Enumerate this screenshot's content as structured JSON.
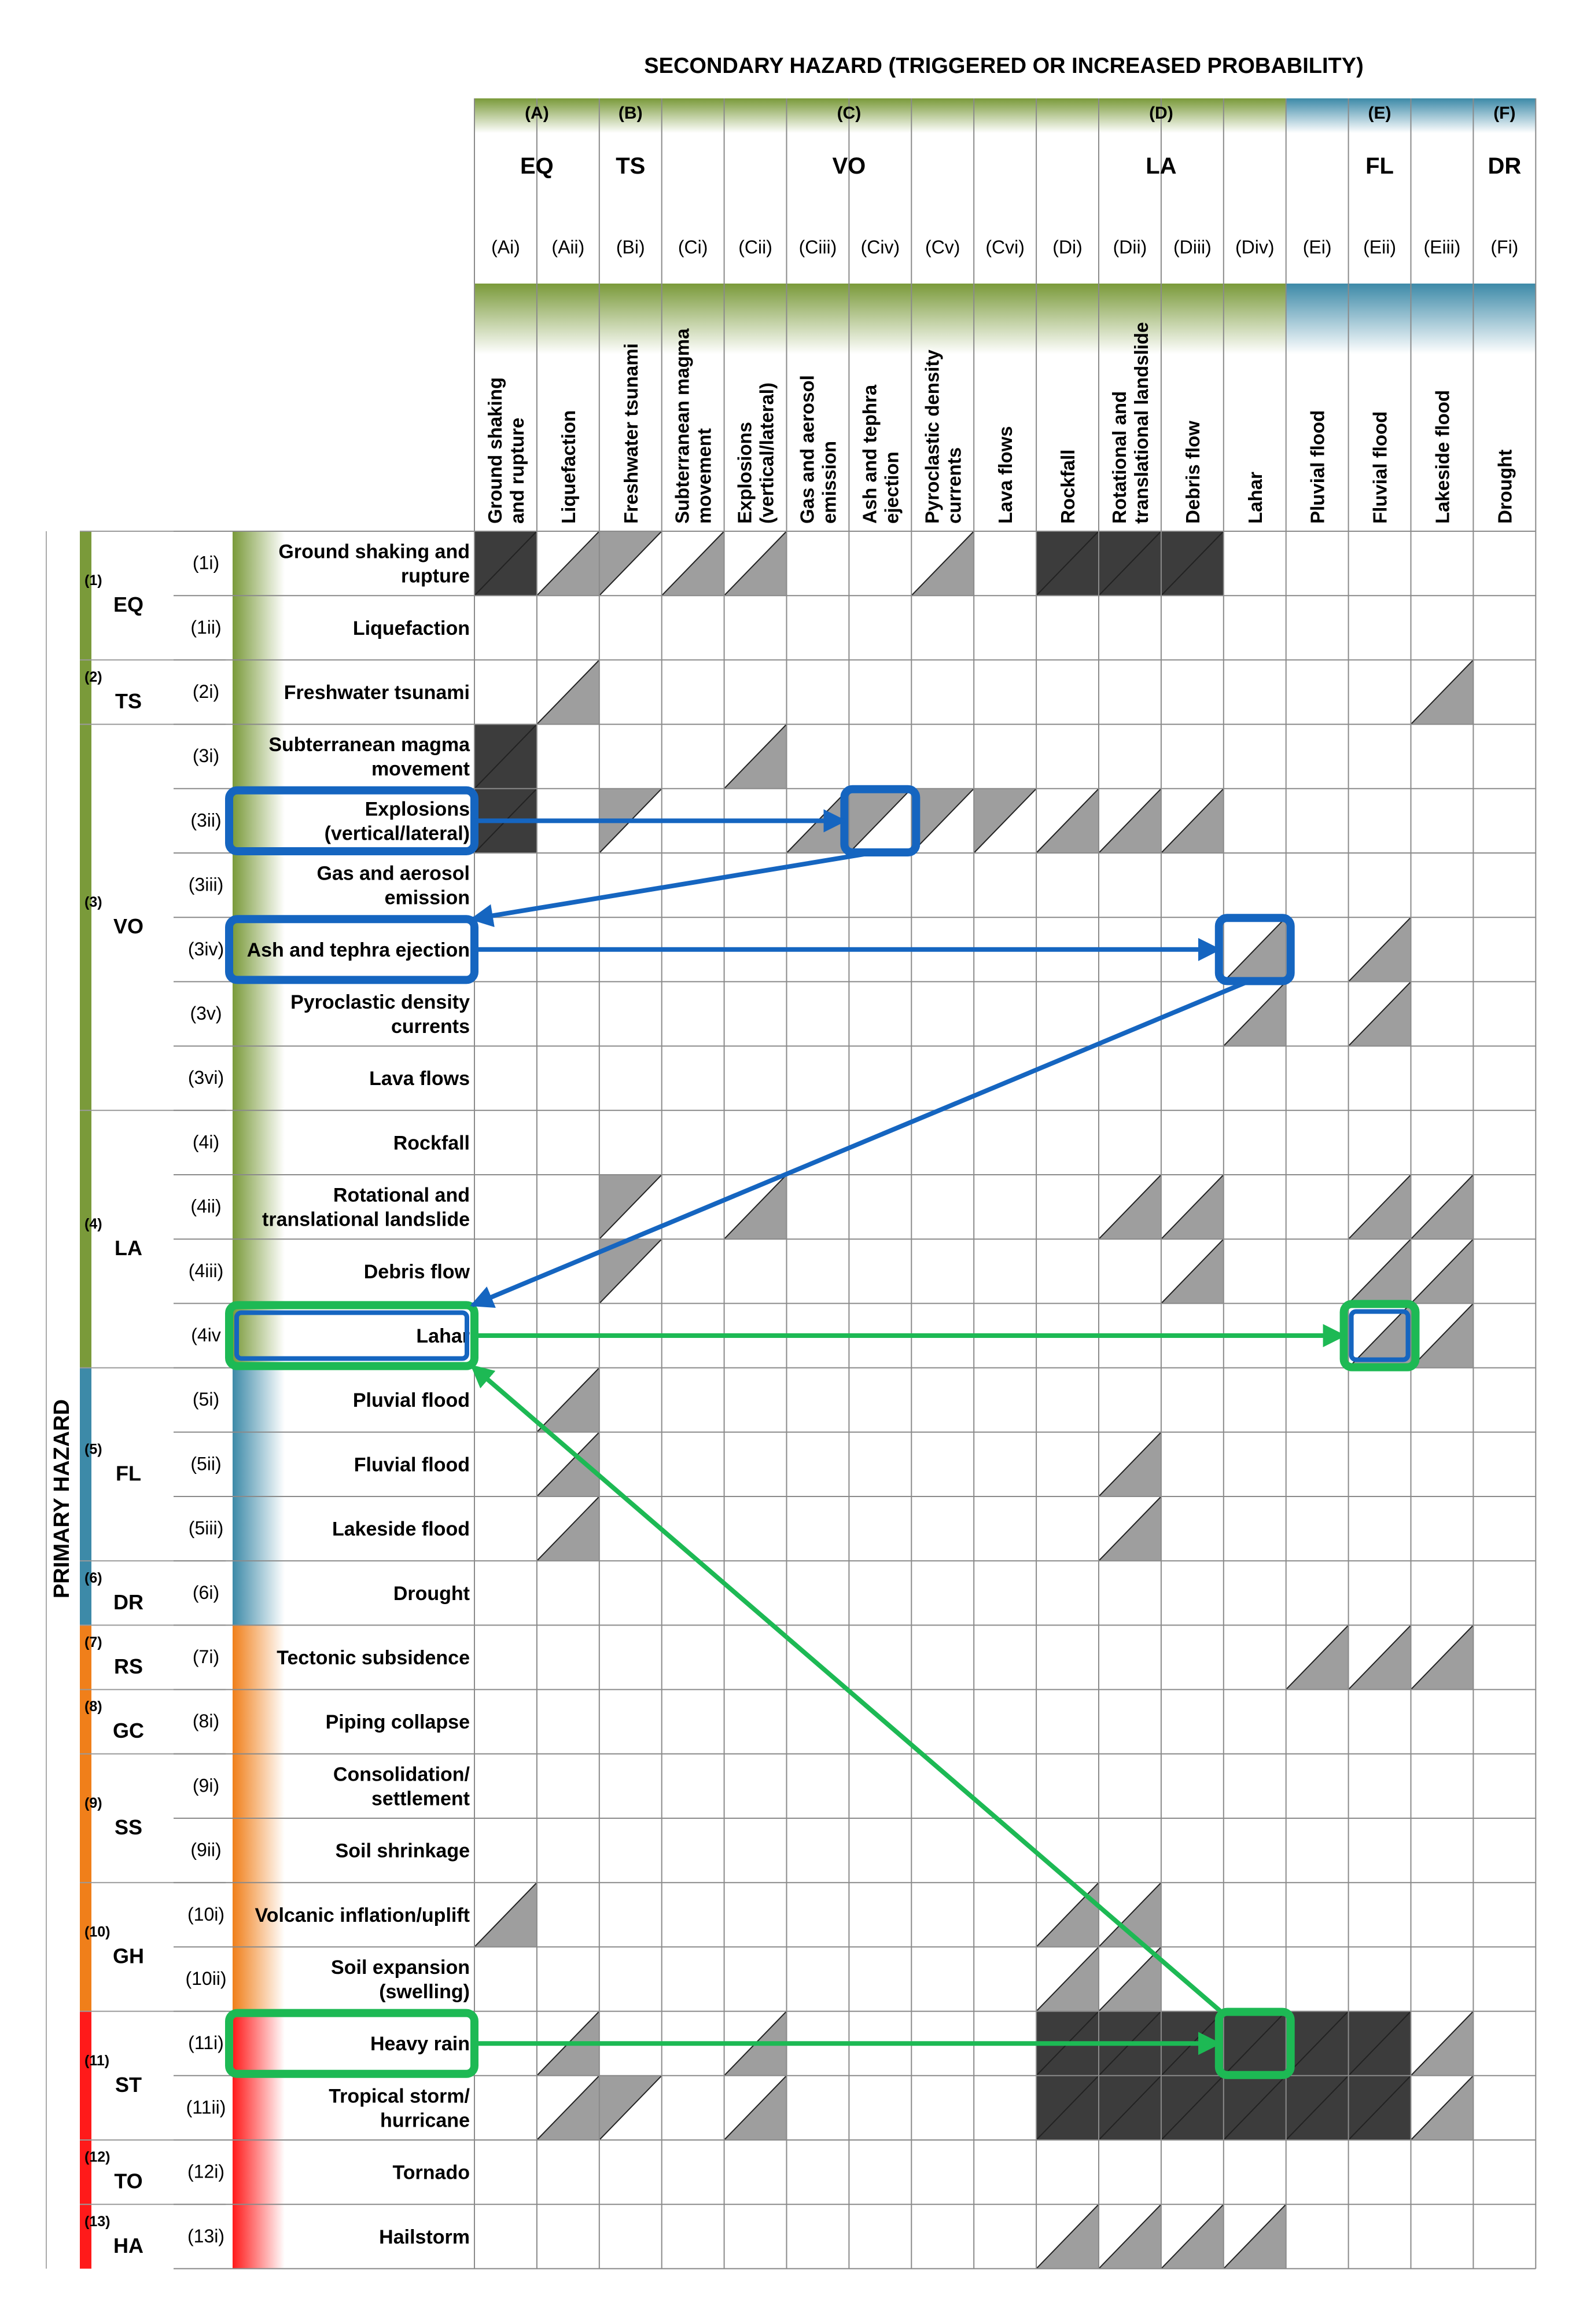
{
  "title": "SECONDARY HAZARD (TRIGGERED OR INCREASED PROBABILITY)",
  "primary_label": "PRIMARY HAZARD",
  "groups": [
    {
      "letter": "(A)",
      "code": "EQ",
      "span": 2,
      "color": "#7a9a3a"
    },
    {
      "letter": "(B)",
      "code": "TS",
      "span": 1,
      "color": "#7a9a3a"
    },
    {
      "letter": "(C)",
      "code": "VO",
      "span": 6,
      "color": "#7a9a3a"
    },
    {
      "letter": "(D)",
      "code": "LA",
      "span": 4,
      "color": "#7a9a3a"
    },
    {
      "letter": "(E)",
      "code": "FL",
      "span": 3,
      "color": "#3d8aa8"
    },
    {
      "letter": "(F)",
      "code": "DR",
      "span": 1,
      "color": "#3d8aa8"
    }
  ],
  "columns": [
    {
      "code": "(Ai)",
      "lines": [
        "Ground shaking",
        "and rupture"
      ]
    },
    {
      "code": "(Aii)",
      "lines": [
        "Liquefaction"
      ]
    },
    {
      "code": "(Bi)",
      "lines": [
        "Freshwater tsunami"
      ]
    },
    {
      "code": "(Ci)",
      "lines": [
        "Subterranean magma",
        "movement"
      ]
    },
    {
      "code": "(Cii)",
      "lines": [
        "Explosions",
        "(vertical/lateral)"
      ]
    },
    {
      "code": "(Ciii)",
      "lines": [
        "Gas and aerosol",
        "emission"
      ]
    },
    {
      "code": "(Civ)",
      "lines": [
        "Ash and tephra",
        "ejection"
      ]
    },
    {
      "code": "(Cv)",
      "lines": [
        "Pyroclastic density",
        "currents"
      ]
    },
    {
      "code": "(Cvi)",
      "lines": [
        "Lava flows"
      ]
    },
    {
      "code": "(Di)",
      "lines": [
        "Rockfall"
      ]
    },
    {
      "code": "(Dii)",
      "lines": [
        "Rotational and",
        "translational landslide"
      ]
    },
    {
      "code": "(Diii)",
      "lines": [
        "Debris flow"
      ]
    },
    {
      "code": "(Div)",
      "lines": [
        "Lahar"
      ]
    },
    {
      "code": "(Ei)",
      "lines": [
        "Pluvial flood"
      ]
    },
    {
      "code": "(Eii)",
      "lines": [
        "Fluvial flood"
      ]
    },
    {
      "code": "(Eiii)",
      "lines": [
        "Lakeside flood"
      ]
    },
    {
      "code": "(Fi)",
      "lines": [
        "Drought"
      ]
    }
  ],
  "primary_groups": [
    {
      "num": "(1)",
      "code": "EQ",
      "rows": 2,
      "color": "#7a9a3a"
    },
    {
      "num": "(2)",
      "code": "TS",
      "rows": 1,
      "color": "#7a9a3a"
    },
    {
      "num": "(3)",
      "code": "VO",
      "rows": 6,
      "color": "#7a9a3a"
    },
    {
      "num": "(4)",
      "code": "LA",
      "rows": 4,
      "color": "#7a9a3a"
    },
    {
      "num": "(5)",
      "code": "FL",
      "rows": 3,
      "color": "#3d8aa8"
    },
    {
      "num": "(6)",
      "code": "DR",
      "rows": 1,
      "color": "#3d8aa8"
    },
    {
      "num": "(7)",
      "code": "RS",
      "rows": 1,
      "color": "#f07f1a"
    },
    {
      "num": "(8)",
      "code": "GC",
      "rows": 1,
      "color": "#f07f1a"
    },
    {
      "num": "(9)",
      "code": "SS",
      "rows": 2,
      "color": "#f07f1a"
    },
    {
      "num": "(10)",
      "code": "GH",
      "rows": 2,
      "color": "#f07f1a"
    },
    {
      "num": "(11)",
      "code": "ST",
      "rows": 2,
      "color": "#ff1a1a"
    },
    {
      "num": "(12)",
      "code": "TO",
      "rows": 1,
      "color": "#ff1a1a"
    },
    {
      "num": "(13)",
      "code": "HA",
      "rows": 1,
      "color": "#ff1a1a"
    }
  ],
  "rows": [
    {
      "code": "(1i)",
      "lines": [
        "Ground shaking and",
        "rupture"
      ]
    },
    {
      "code": "(1ii)",
      "lines": [
        "Liquefaction"
      ]
    },
    {
      "code": "(2i)",
      "lines": [
        "Freshwater tsunami"
      ]
    },
    {
      "code": "(3i)",
      "lines": [
        "Subterranean magma",
        "movement"
      ]
    },
    {
      "code": "(3ii)",
      "lines": [
        "Explosions",
        "(vertical/lateral)"
      ]
    },
    {
      "code": "(3iii)",
      "lines": [
        "Gas and aerosol",
        "emission"
      ]
    },
    {
      "code": "(3iv)",
      "lines": [
        "Ash and tephra ejection"
      ]
    },
    {
      "code": "(3v)",
      "lines": [
        "Pyroclastic density",
        "currents"
      ]
    },
    {
      "code": "(3vi)",
      "lines": [
        "Lava flows"
      ]
    },
    {
      "code": "(4i)",
      "lines": [
        "Rockfall"
      ]
    },
    {
      "code": "(4ii)",
      "lines": [
        "Rotational and",
        "translational landslide"
      ]
    },
    {
      "code": "(4iii)",
      "lines": [
        "Debris flow"
      ]
    },
    {
      "code": "(4iv",
      "lines": [
        "Lahar"
      ]
    },
    {
      "code": "(5i)",
      "lines": [
        "Pluvial flood"
      ]
    },
    {
      "code": "(5ii)",
      "lines": [
        "Fluvial flood"
      ]
    },
    {
      "code": "(5iii)",
      "lines": [
        "Lakeside flood"
      ]
    },
    {
      "code": "(6i)",
      "lines": [
        "Drought"
      ]
    },
    {
      "code": "(7i)",
      "lines": [
        "Tectonic subsidence"
      ]
    },
    {
      "code": "(8i)",
      "lines": [
        "Piping collapse"
      ]
    },
    {
      "code": "(9i)",
      "lines": [
        "Consolidation/",
        "settlement"
      ]
    },
    {
      "code": "(9ii)",
      "lines": [
        "Soil shrinkage"
      ]
    },
    {
      "code": "(10i)",
      "lines": [
        "Volcanic inflation/uplift"
      ]
    },
    {
      "code": "(10ii)",
      "lines": [
        "Soil expansion",
        "(swelling)"
      ]
    },
    {
      "code": "(11i)",
      "lines": [
        "Heavy rain"
      ]
    },
    {
      "code": "(11ii)",
      "lines": [
        "Tropical storm/",
        "hurricane"
      ]
    },
    {
      "code": "(12i)",
      "lines": [
        "Tornado"
      ]
    },
    {
      "code": "(13i)",
      "lines": [
        "Hailstorm"
      ]
    }
  ],
  "cells": [
    [
      0,
      0,
      "D"
    ],
    [
      0,
      1,
      "T"
    ],
    [
      0,
      2,
      "U"
    ],
    [
      0,
      3,
      "T"
    ],
    [
      0,
      4,
      "T"
    ],
    [
      0,
      7,
      "T"
    ],
    [
      0,
      9,
      "D"
    ],
    [
      0,
      10,
      "D"
    ],
    [
      0,
      11,
      "D"
    ],
    [
      2,
      1,
      "T"
    ],
    [
      2,
      15,
      "T"
    ],
    [
      3,
      0,
      "D"
    ],
    [
      3,
      4,
      "T"
    ],
    [
      4,
      0,
      "D"
    ],
    [
      4,
      2,
      "U"
    ],
    [
      4,
      5,
      "T"
    ],
    [
      4,
      6,
      "U"
    ],
    [
      4,
      7,
      "U"
    ],
    [
      4,
      8,
      "U"
    ],
    [
      4,
      9,
      "T"
    ],
    [
      4,
      10,
      "T"
    ],
    [
      4,
      11,
      "T"
    ],
    [
      6,
      12,
      "T"
    ],
    [
      6,
      14,
      "T"
    ],
    [
      7,
      12,
      "T"
    ],
    [
      7,
      14,
      "T"
    ],
    [
      10,
      2,
      "U"
    ],
    [
      10,
      4,
      "T"
    ],
    [
      10,
      10,
      "T"
    ],
    [
      10,
      11,
      "T"
    ],
    [
      10,
      14,
      "T"
    ],
    [
      10,
      15,
      "T"
    ],
    [
      11,
      2,
      "U"
    ],
    [
      11,
      11,
      "T"
    ],
    [
      11,
      14,
      "T"
    ],
    [
      11,
      15,
      "T"
    ],
    [
      12,
      14,
      "T"
    ],
    [
      12,
      15,
      "T"
    ],
    [
      13,
      1,
      "T"
    ],
    [
      14,
      1,
      "T"
    ],
    [
      14,
      10,
      "T"
    ],
    [
      15,
      1,
      "T"
    ],
    [
      15,
      10,
      "T"
    ],
    [
      17,
      13,
      "T"
    ],
    [
      17,
      14,
      "T"
    ],
    [
      17,
      15,
      "T"
    ],
    [
      21,
      0,
      "T"
    ],
    [
      21,
      9,
      "T"
    ],
    [
      21,
      10,
      "T"
    ],
    [
      22,
      9,
      "T"
    ],
    [
      22,
      10,
      "T"
    ],
    [
      23,
      1,
      "T"
    ],
    [
      23,
      4,
      "T"
    ],
    [
      23,
      9,
      "D"
    ],
    [
      23,
      10,
      "D"
    ],
    [
      23,
      11,
      "D"
    ],
    [
      23,
      12,
      "D"
    ],
    [
      23,
      13,
      "D"
    ],
    [
      23,
      14,
      "D"
    ],
    [
      23,
      15,
      "T"
    ],
    [
      24,
      1,
      "T"
    ],
    [
      24,
      2,
      "U"
    ],
    [
      24,
      4,
      "T"
    ],
    [
      24,
      9,
      "D"
    ],
    [
      24,
      10,
      "D"
    ],
    [
      24,
      11,
      "D"
    ],
    [
      24,
      12,
      "D"
    ],
    [
      24,
      13,
      "D"
    ],
    [
      24,
      14,
      "D"
    ],
    [
      24,
      15,
      "T"
    ],
    [
      26,
      9,
      "T"
    ],
    [
      26,
      10,
      "T"
    ],
    [
      26,
      11,
      "T"
    ],
    [
      26,
      12,
      "T"
    ]
  ],
  "highlights": [
    {
      "row": 4,
      "col": -1,
      "color": "#1565c0"
    },
    {
      "row": 4,
      "col": 6,
      "color": "#1565c0"
    },
    {
      "row": 6,
      "col": -1,
      "color": "#1565c0"
    },
    {
      "row": 6,
      "col": 12,
      "color": "#1565c0"
    },
    {
      "row": 12,
      "col": -1,
      "color": "#1db954",
      "inner": "#1565c0"
    },
    {
      "row": 12,
      "col": 14,
      "color": "#1db954",
      "inner": "#1565c0"
    },
    {
      "row": 23,
      "col": -1,
      "color": "#1db954"
    },
    {
      "row": 23,
      "col": 12,
      "color": "#1db954"
    }
  ],
  "arrows": [
    {
      "from": [
        4,
        -1,
        "right"
      ],
      "to": [
        4,
        6,
        "left"
      ],
      "color": "#1565c0"
    },
    {
      "from": [
        4,
        6,
        "bottom"
      ],
      "to": [
        6,
        -1,
        "topright"
      ],
      "color": "#1565c0"
    },
    {
      "from": [
        6,
        -1,
        "right"
      ],
      "to": [
        6,
        12,
        "left"
      ],
      "color": "#1565c0"
    },
    {
      "from": [
        6,
        12,
        "bottom"
      ],
      "to": [
        12,
        -1,
        "topright"
      ],
      "color": "#1565c0"
    },
    {
      "from": [
        12,
        -1,
        "right"
      ],
      "to": [
        12,
        14,
        "left"
      ],
      "color": "#1db954"
    },
    {
      "from": [
        23,
        12,
        "topleft"
      ],
      "to": [
        12,
        -1,
        "bottomright"
      ],
      "color": "#1db954"
    },
    {
      "from": [
        23,
        -1,
        "right"
      ],
      "to": [
        23,
        12,
        "left"
      ],
      "color": "#1db954"
    }
  ],
  "colors": {
    "light_cell": "#9e9e9e",
    "dark_cell": "#3c3c3c",
    "grid": "#8a8a8a",
    "green": "#7a9a3a",
    "blue": "#3d8aa8",
    "orange": "#f07f1a",
    "red": "#ff1a1a"
  }
}
